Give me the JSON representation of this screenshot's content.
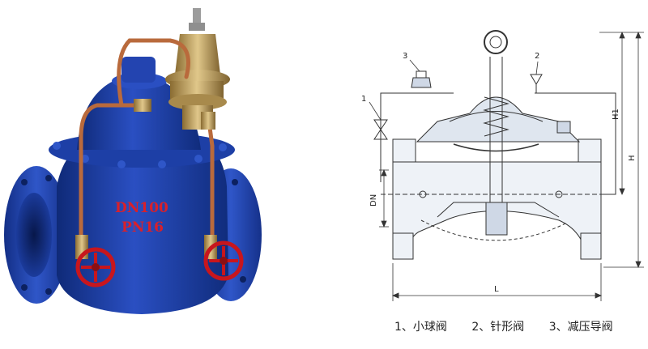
{
  "photo": {
    "cast_text_1": "DN100",
    "cast_text_2": "PN16",
    "colors": {
      "body": "#1f3f9e",
      "body_dark": "#142c74",
      "brass": "#b89a5a",
      "copper": "#b96a3c",
      "handwheel": "#c8161d"
    }
  },
  "drawing": {
    "callouts": {
      "c1": "1",
      "c2": "2",
      "c3": "3"
    },
    "dimensions": {
      "h1": "H1",
      "h": "H",
      "dn": "DN",
      "l": "L"
    },
    "line_color": "#333333",
    "fill_color": "#cfd8e6"
  },
  "legend": {
    "item1": "1、小球阀",
    "item2": "2、针形阀",
    "item3": "3、减压导阀"
  }
}
